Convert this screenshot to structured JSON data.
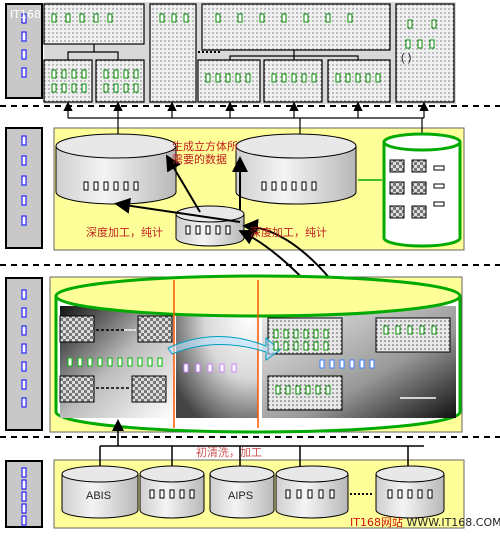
{
  "watermark": "IT168",
  "labels": {
    "cube_data": "生成立方体所需要的数据",
    "deep_proc_left": "深度加工，纯计",
    "deep_proc_right": "深度加工，纯计",
    "initial_clean": "初清洗，加工",
    "db_abis": "ABIS",
    "db_aips": "AIPS",
    "cube_label": "(    )"
  },
  "footer": {
    "site_cn": "IT168网站",
    "site_url": "WWW.IT168.COM"
  },
  "colors": {
    "yellow": "#ffff99",
    "green": "#009900",
    "blue": "#0000ff",
    "red": "#ff0000"
  }
}
